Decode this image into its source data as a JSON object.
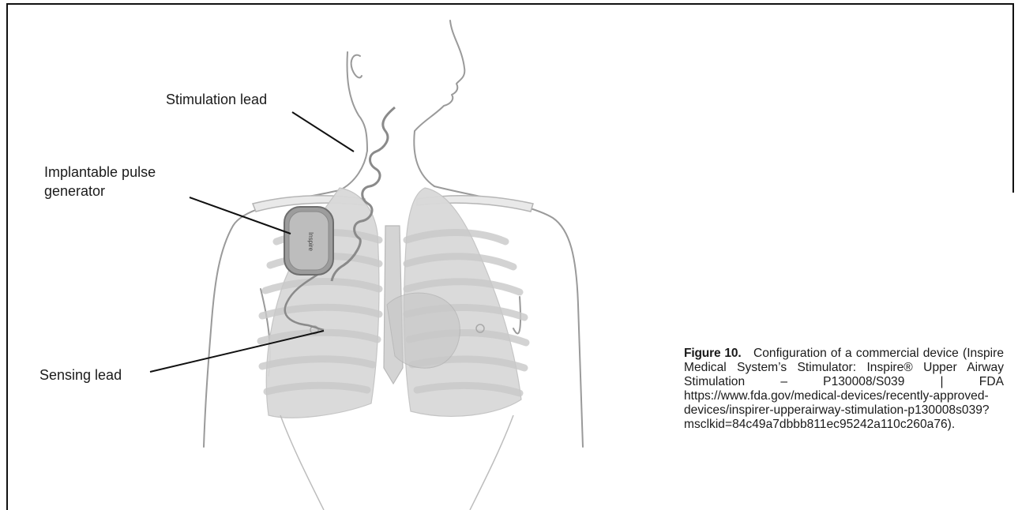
{
  "figure": {
    "labels": {
      "stimulation_lead": "Stimulation lead",
      "pulse_generator": "Implantable pulse generator",
      "sensing_lead": "Sensing lead"
    },
    "device_text": "Inspire"
  },
  "caption": {
    "label": "Figure 10.",
    "text": "Configuration of a commercial device (Inspire Medical System’s Stimulator: Inspire® Upper Airway Stimulation – P130008/S039 | FDA https://www.fda.gov/medical-devices/recently-approved-devices/inspirer-upperairway-stimulation-p130008s039?msclkid=84c49a7dbbb811ec95242a110c260a76)."
  }
}
